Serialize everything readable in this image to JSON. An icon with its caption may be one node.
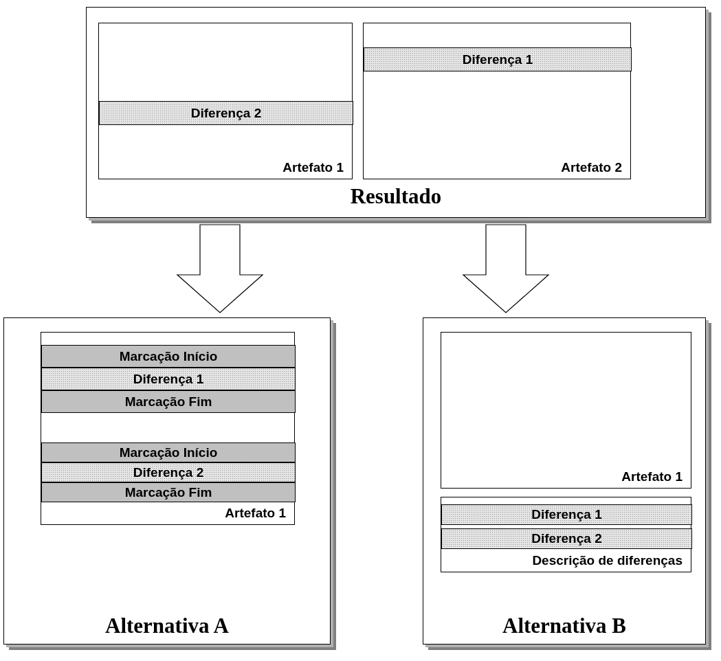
{
  "diagram": {
    "nodes": [
      {
        "text": [
          "Resultado"
        ]
      },
      {
        "text": [
          "Artefato 1"
        ],
        "in": 0
      },
      {
        "text": [
          "Diferença 2"
        ],
        "in": 1
      },
      {
        "text": [
          "Artefato 2"
        ],
        "in": 0
      },
      {
        "text": [
          "Diferença 1"
        ],
        "in": 3
      },
      {
        "text": [
          "Alternativa A"
        ]
      },
      {
        "text": [
          "Artefato 1"
        ],
        "in": 5
      },
      {
        "text": [
          "Marcação Início"
        ],
        "in": 6
      },
      {
        "text": [
          "Diferença 1"
        ],
        "in": 6
      },
      {
        "text": [
          "Marcação Fim"
        ],
        "in": 6
      },
      {
        "text": [
          "Marcação Início"
        ],
        "in": 6
      },
      {
        "text": [
          "Diferença 2"
        ],
        "in": 6
      },
      {
        "text": [
          "Marcação Fim"
        ],
        "in": 6
      },
      {
        "text": [
          "Alternativa B"
        ]
      },
      {
        "text": [
          "Artefato 1"
        ],
        "in": 13
      },
      {
        "text": [
          "Descrição de diferenças"
        ],
        "in": 13
      },
      {
        "text": [
          "Diferença 1"
        ],
        "in": 15
      },
      {
        "text": [
          "Diferença 2"
        ],
        "in": 15
      }
    ],
    "edges": [
      {
        "from": 0,
        "to": 5,
        "arrow": "to"
      },
      {
        "from": 0,
        "to": 13,
        "arrow": "to"
      }
    ]
  }
}
